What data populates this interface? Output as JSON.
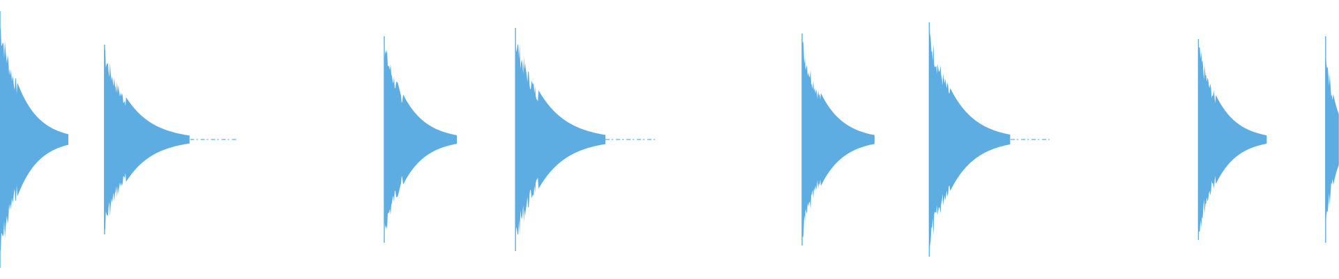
{
  "waveform": {
    "color": "#5dade2",
    "background": "#ffffff",
    "hits": [
      {
        "start": 0.0,
        "amplitude": 0.46,
        "decay": 0.016,
        "tail": 0.0
      },
      {
        "start": 0.078,
        "amplitude": 0.34,
        "decay": 0.02,
        "tail": 0.035
      },
      {
        "start": 0.287,
        "amplitude": 0.37,
        "decay": 0.017,
        "tail": 0.0
      },
      {
        "start": 0.385,
        "amplitude": 0.4,
        "decay": 0.021,
        "tail": 0.037
      },
      {
        "start": 0.599,
        "amplitude": 0.38,
        "decay": 0.017,
        "tail": 0.0
      },
      {
        "start": 0.694,
        "amplitude": 0.42,
        "decay": 0.019,
        "tail": 0.029
      },
      {
        "start": 0.895,
        "amplitude": 0.36,
        "decay": 0.016,
        "tail": 0.0
      },
      {
        "start": 0.99,
        "amplitude": 0.37,
        "decay": 0.007,
        "tail": 0.0
      }
    ]
  }
}
